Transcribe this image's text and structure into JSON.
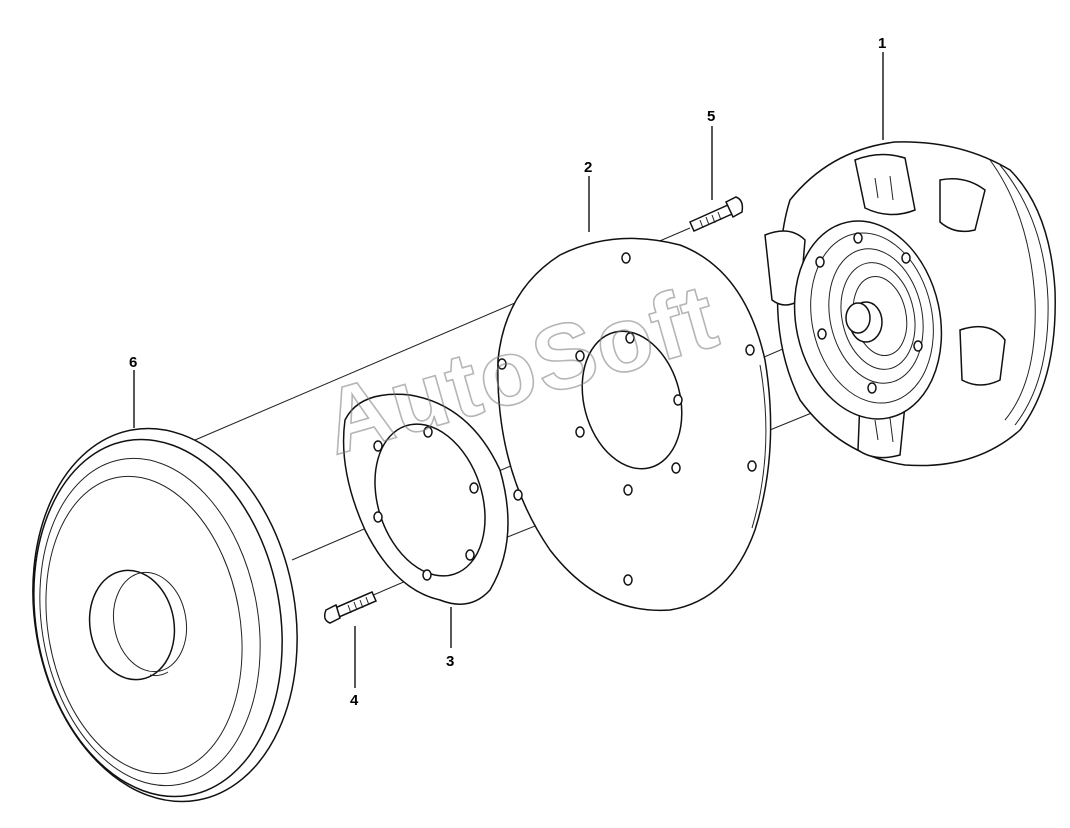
{
  "callouts": {
    "c1": "1",
    "c2": "2",
    "c3": "3",
    "c4": "4",
    "c5": "5",
    "c6": "6"
  },
  "watermark": "AutoSoft"
}
